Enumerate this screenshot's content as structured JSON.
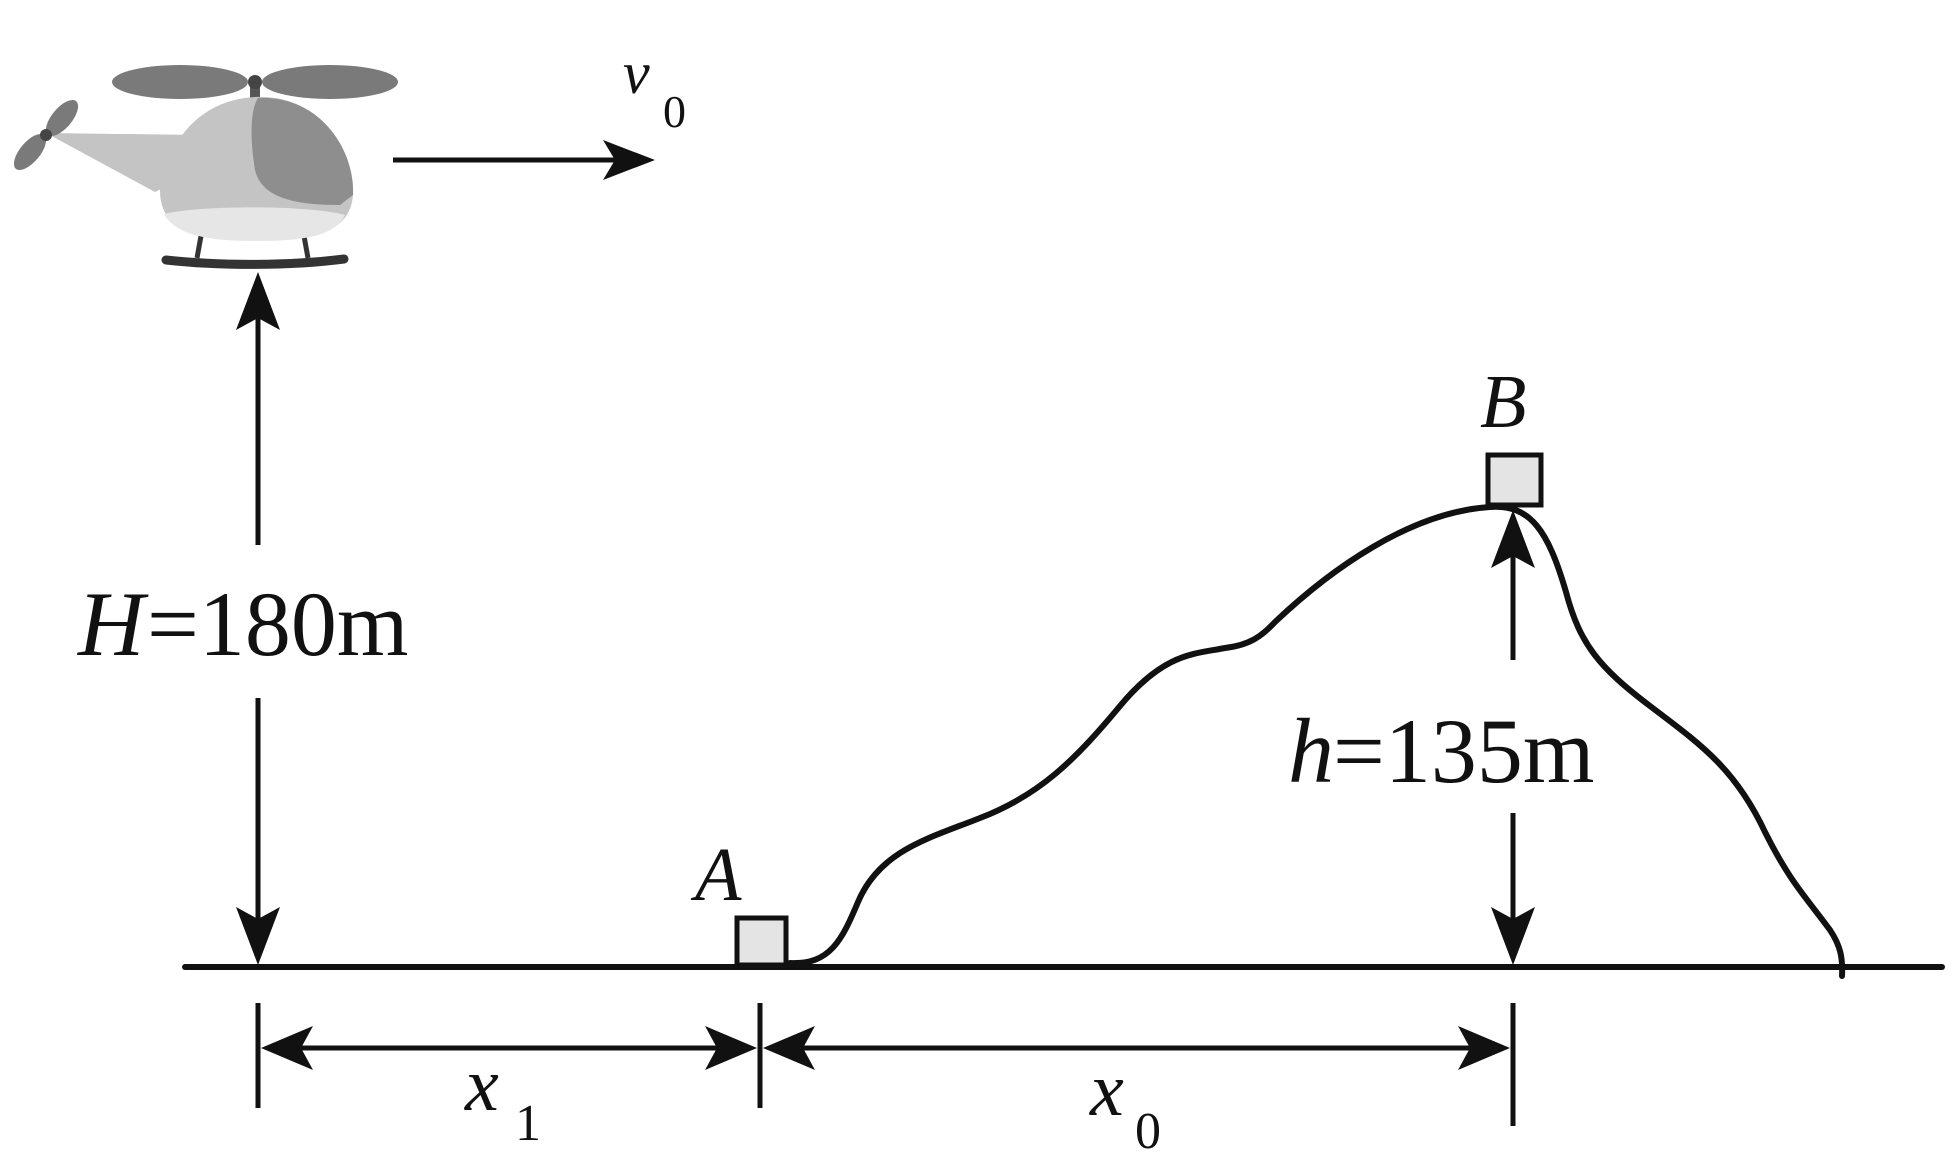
{
  "labels": {
    "v_sym": "v",
    "v_sub": "0",
    "H_sym": "H",
    "H_val": "=180m",
    "h_sym": "h",
    "h_val": "=135m",
    "A": "A",
    "B": "B",
    "x1_sym": "x",
    "x1_sub": "1",
    "x0_sym": "x",
    "x0_sub": "0"
  },
  "colors": {
    "ink": "#111111",
    "target_fill": "#e4e4e4",
    "heli_body": "#c4c4c4",
    "heli_dark": "#8e8e8e",
    "heli_light": "#e6e6e6",
    "rotor": "#7a7a7a"
  },
  "icons": {
    "aircraft": "helicopter-icon"
  }
}
